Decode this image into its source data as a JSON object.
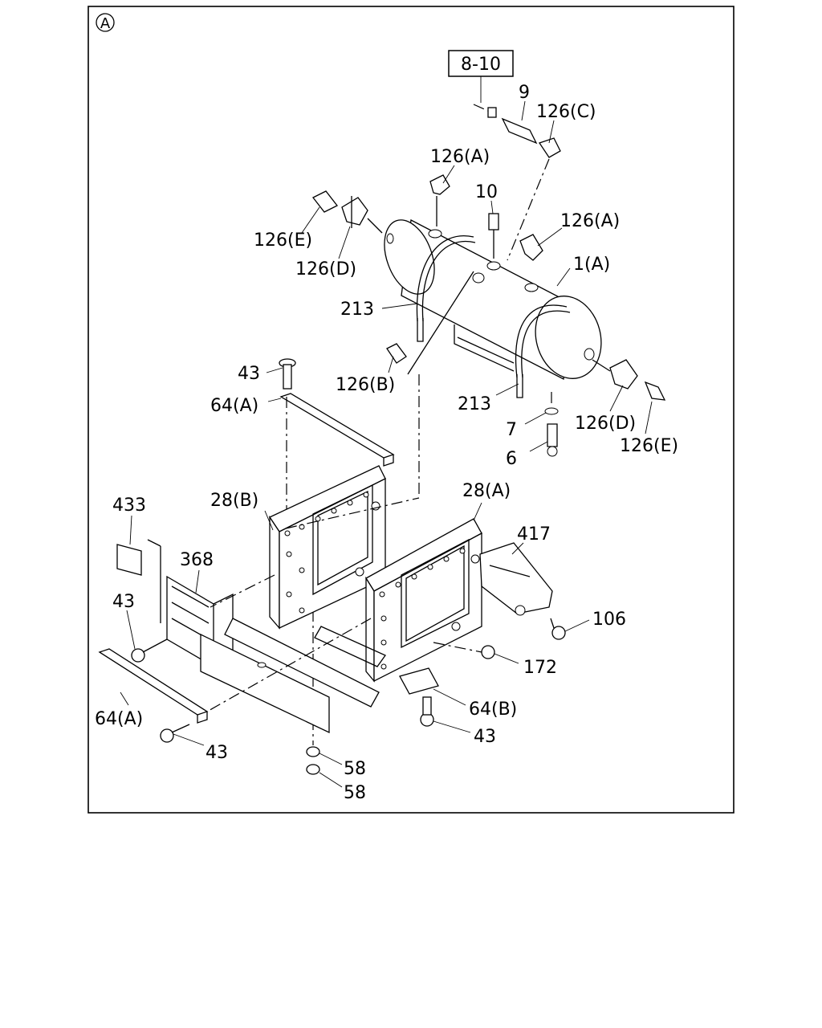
{
  "view_marker": "A",
  "ref_box": "8-10",
  "callouts": {
    "c9": "9",
    "c126C": "126(C)",
    "c126A_top": "126(A)",
    "c10": "10",
    "c126A_right": "126(A)",
    "c1A": "1(A)",
    "c126E_left": "126(E)",
    "c126D_left": "126(D)",
    "c213_left": "213",
    "c43_top": "43",
    "c126B": "126(B)",
    "c213_right": "213",
    "c64A_top": "64(A)",
    "c7": "7",
    "c126D_right": "126(D)",
    "c126E_right": "126(E)",
    "c6": "6",
    "c28B": "28(B)",
    "c28A": "28(A)",
    "c433": "433",
    "c417": "417",
    "c368": "368",
    "c43_left": "43",
    "c106": "106",
    "c172": "172",
    "c64A_bottom": "64(A)",
    "c64B": "64(B)",
    "c43_bottom": "43",
    "c43_bottom_right": "43",
    "c58_top": "58",
    "c58_bottom": "58"
  }
}
